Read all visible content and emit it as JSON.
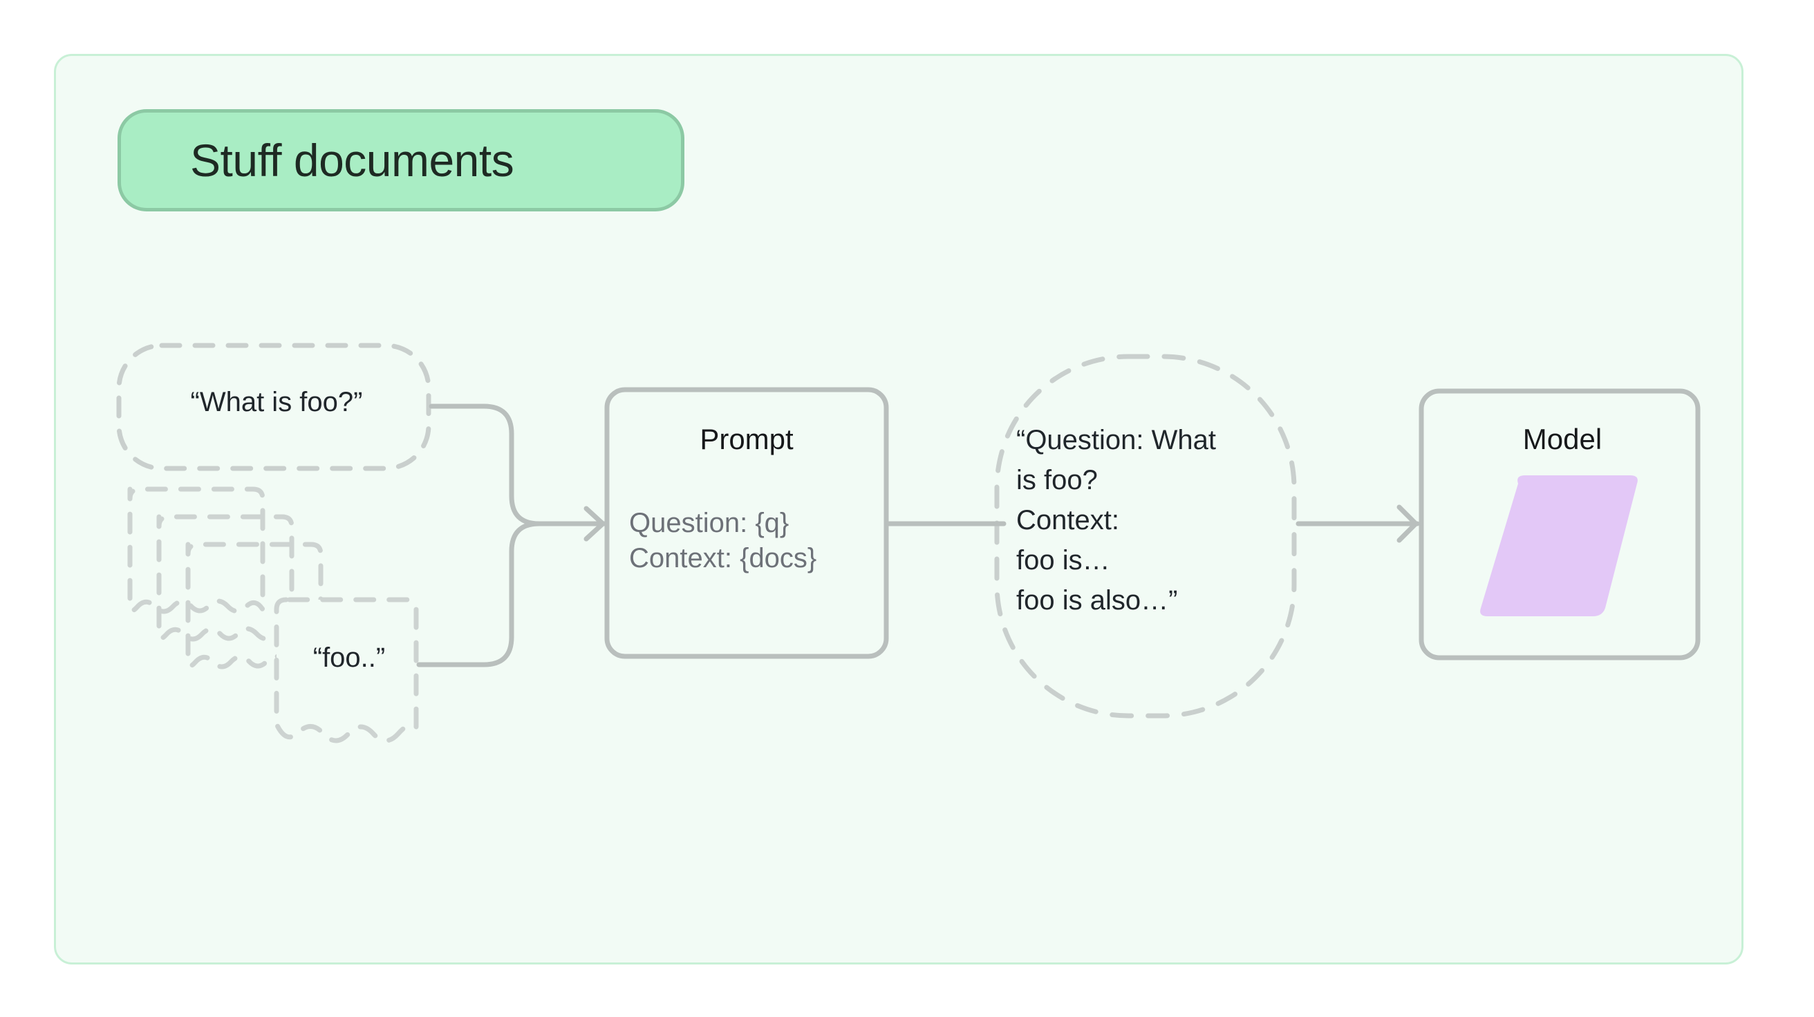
{
  "container": {
    "background_color": "#f2fbf5",
    "border_color": "#c8f0d6"
  },
  "title_badge": {
    "label": "Stuff documents",
    "fill_color": "#a9edc4",
    "border_color": "#8cc9a4",
    "text_color": "#1e2a23"
  },
  "nodes": {
    "question": {
      "label": "“What is foo?”",
      "style": "dashed-rounded",
      "border_color": "#c9cfcd"
    },
    "documents": {
      "label": "“foo..”",
      "style": "dashed-document-stack",
      "count": 4,
      "border_color": "#c9cfcd"
    },
    "prompt": {
      "title": "Prompt",
      "lines": [
        "Question: {q}",
        "Context: {docs}"
      ],
      "style": "solid-rounded-rect",
      "border_color": "#b9bfbd",
      "title_color": "#16181a",
      "body_color": "#6d7178"
    },
    "filled_prompt": {
      "lines": [
        "“Question: What",
        "is foo?",
        "Context:",
        "foo is…",
        "foo is also…”"
      ],
      "style": "dashed-pill",
      "border_color": "#c9cfcd",
      "text_color": "#20262b"
    },
    "model": {
      "title": "Model",
      "style": "solid-rounded-rect",
      "border_color": "#b9bfbd",
      "shape": "parallelogram",
      "shape_fill": "#e3c8f7"
    }
  },
  "connectors": [
    {
      "name": "question-to-prompt",
      "from": "question",
      "to": "prompt",
      "arrowhead": true,
      "color": "#b9bfbd"
    },
    {
      "name": "documents-to-prompt",
      "from": "documents",
      "to": "prompt",
      "arrowhead": true,
      "color": "#b9bfbd"
    },
    {
      "name": "prompt-to-filled-prompt",
      "from": "prompt",
      "to": "filled_prompt",
      "arrowhead": false,
      "color": "#b9bfbd"
    },
    {
      "name": "filled-prompt-to-model",
      "from": "filled_prompt",
      "to": "model",
      "arrowhead": true,
      "color": "#b9bfbd"
    }
  ]
}
